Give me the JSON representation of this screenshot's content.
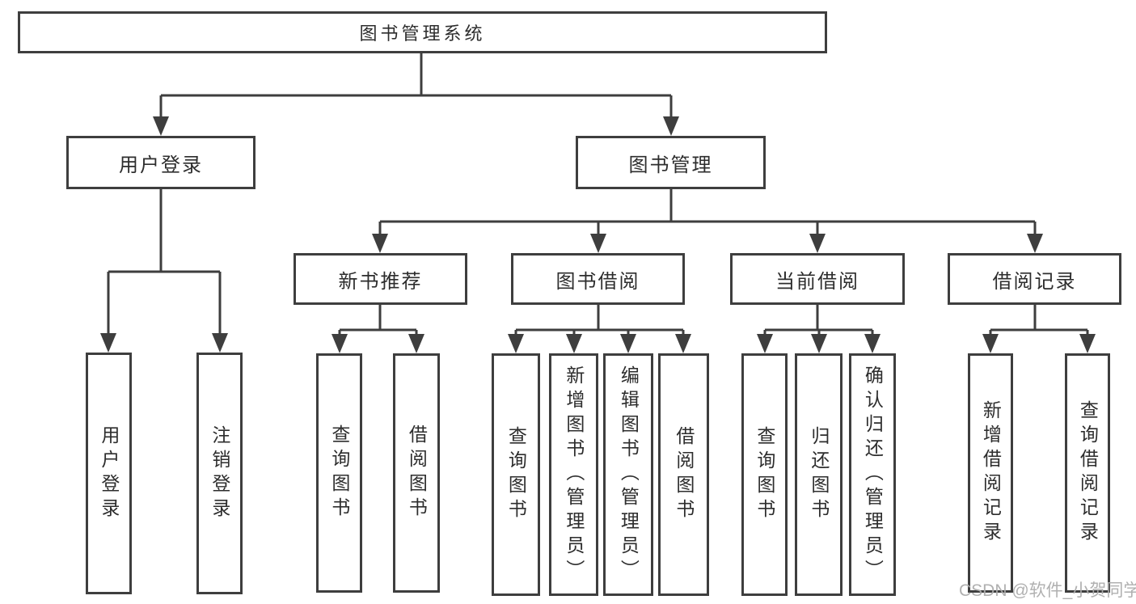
{
  "tree": {
    "label": "图书管理系统",
    "children": [
      {
        "label": "用户登录",
        "children": [
          {
            "label": "用户登录"
          },
          {
            "label": "注销登录"
          }
        ]
      },
      {
        "label": "图书管理",
        "children": [
          {
            "label": "新书推荐",
            "children": [
              {
                "label": "查询图书"
              },
              {
                "label": "借阅图书"
              }
            ]
          },
          {
            "label": "图书借阅",
            "children": [
              {
                "label": "查询图书"
              },
              {
                "label": "新增图书（管理员）"
              },
              {
                "label": "编辑图书（管理员）"
              },
              {
                "label": "借阅图书"
              }
            ]
          },
          {
            "label": "当前借阅",
            "children": [
              {
                "label": "查询图书"
              },
              {
                "label": "归还图书"
              },
              {
                "label": "确认归还（管理员）"
              }
            ]
          },
          {
            "label": "借阅记录",
            "children": [
              {
                "label": "新增借阅记录"
              },
              {
                "label": "查询借阅记录"
              }
            ]
          }
        ]
      }
    ]
  },
  "watermark": {
    "text": "CSDN @软件_小贺同学"
  },
  "colors": {
    "line": "#3e3e3e",
    "box_border": "#3e3e3e",
    "text": "#2d2d2d",
    "background": "#ffffff",
    "watermark": "#acacac"
  }
}
